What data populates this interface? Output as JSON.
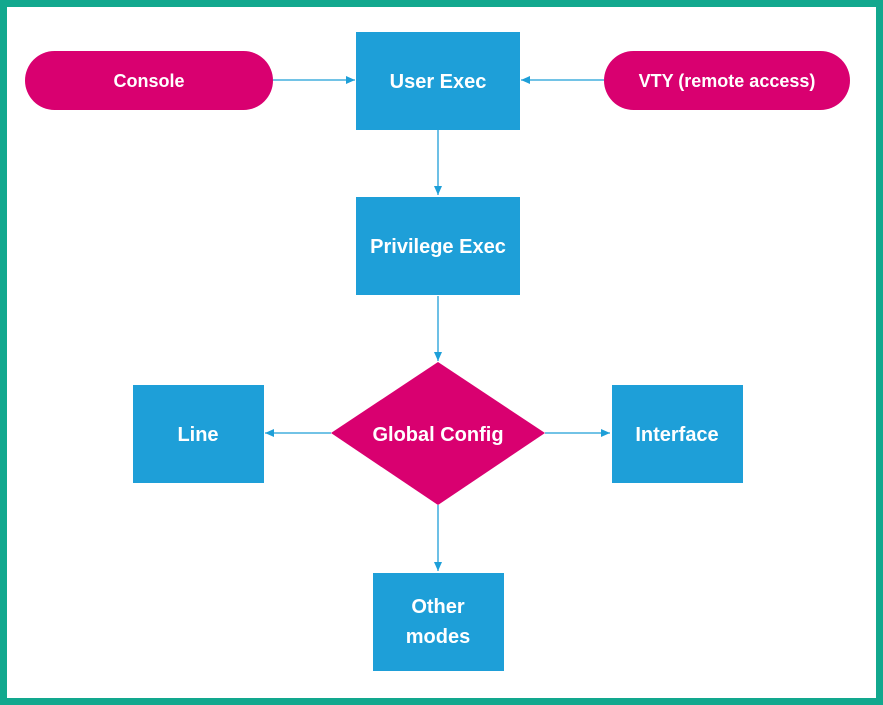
{
  "diagram": {
    "nodes": {
      "console": {
        "label": "Console"
      },
      "user_exec": {
        "label": "User Exec"
      },
      "vty": {
        "label": "VTY (remote access)"
      },
      "privilege_exec": {
        "label": "Privilege Exec"
      },
      "global_config": {
        "label": "Global Config"
      },
      "line": {
        "label": "Line"
      },
      "interface": {
        "label": "Interface"
      },
      "other_modes": {
        "label_line1": "Other",
        "label_line2": "modes"
      }
    },
    "edges": [
      {
        "from": "Console",
        "to": "User Exec"
      },
      {
        "from": "VTY (remote access)",
        "to": "User Exec"
      },
      {
        "from": "User Exec",
        "to": "Privilege Exec"
      },
      {
        "from": "Privilege Exec",
        "to": "Global Config"
      },
      {
        "from": "Global Config",
        "to": "Line"
      },
      {
        "from": "Global Config",
        "to": "Interface"
      },
      {
        "from": "Global Config",
        "to": "Other modes"
      }
    ]
  },
  "colors": {
    "border": "#12A88E",
    "rectangle_fill": "#1E9FD8",
    "pill_fill": "#D90070",
    "diamond_fill": "#D90070",
    "connector": "#1E9FD8",
    "text": "#FFFFFF"
  }
}
